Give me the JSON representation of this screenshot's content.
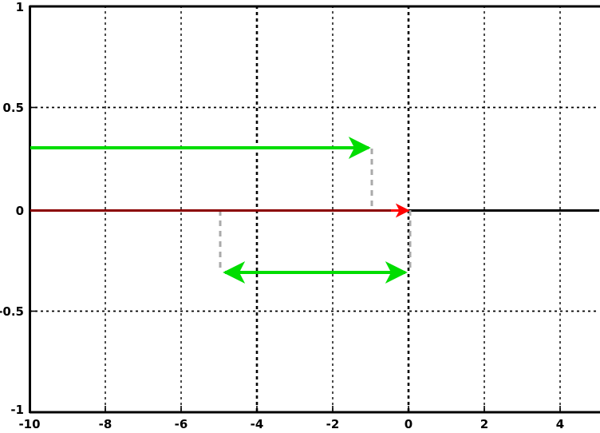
{
  "chart_data": {
    "type": "line",
    "title": "",
    "xlabel": "",
    "ylabel": "",
    "xlim": [
      -10,
      5
    ],
    "ylim": [
      -1,
      1
    ],
    "grid": true,
    "grid_style": "dotted",
    "legend": "none",
    "background": "#ffffff",
    "frame_color": "#000000",
    "xticks": [
      -10,
      -8,
      -6,
      -4,
      -2,
      0,
      2,
      4
    ],
    "xtick_labels": [
      "-10",
      "-8",
      "-6",
      "-4",
      "-2",
      "0",
      "2",
      "4"
    ],
    "yticks": [
      -1,
      -0.5,
      0,
      0.5,
      1
    ],
    "ytick_labels": [
      "-1",
      "-0.5",
      "0",
      "0.5",
      "1"
    ],
    "series": [
      {
        "name": "zero-axis-line",
        "color": "#8b0000",
        "style": "solid",
        "width": 2,
        "y": 0,
        "x_start": -10,
        "x_end": 0,
        "arrow": "end",
        "arrow_color": "#ff0000",
        "note": "dark red horizontal segment along y=0 from x=-10 to x=0, red arrowhead at x=0"
      },
      {
        "name": "upper-green-arrow",
        "color": "#00dd00",
        "style": "solid",
        "width": 3,
        "y": 0.3,
        "x_start": -10,
        "x_end": -1,
        "arrow": "end",
        "arrow_color": "#00dd00",
        "note": "green horizontal arrow at y=0.3 from x=-10 to x=-1, arrowhead pointing right"
      },
      {
        "name": "lower-green-double-arrow",
        "color": "#00dd00",
        "style": "solid",
        "width": 3,
        "y": -0.3,
        "x_start": -5,
        "x_end": 0,
        "arrow": "both",
        "arrow_color": "#00dd00",
        "note": "green horizontal double-headed arrow at y=-0.3 between x=-5 and x=0"
      },
      {
        "name": "right-axis-tail",
        "color": "#000000",
        "style": "solid",
        "width": 2,
        "y": 0,
        "x_start": 0,
        "x_end": 5,
        "arrow": "none",
        "note": "black horizontal axis continuation from x=0 to right frame edge"
      }
    ],
    "connectors": [
      {
        "name": "connector-at-x-minus-1",
        "color": "#aaaaaa",
        "style": "dashed",
        "width": 2,
        "x": -1,
        "y_start": 0.3,
        "y_end": 0
      },
      {
        "name": "connector-at-x-minus-5",
        "color": "#aaaaaa",
        "style": "dashed",
        "width": 2,
        "x": -5,
        "y_start": 0,
        "y_end": -0.3
      },
      {
        "name": "connector-at-x-zero",
        "color": "#aaaaaa",
        "style": "dashed",
        "width": 2,
        "x": 0,
        "y_start": 0,
        "y_end": -0.3
      }
    ],
    "emphasized_gridlines_x": [
      -4,
      0
    ],
    "colors": {
      "green": "#00dd00",
      "dark_red": "#8b0000",
      "bright_red": "#ff0000",
      "gray_connector": "#aaaaaa",
      "axis_black": "#000000"
    }
  }
}
